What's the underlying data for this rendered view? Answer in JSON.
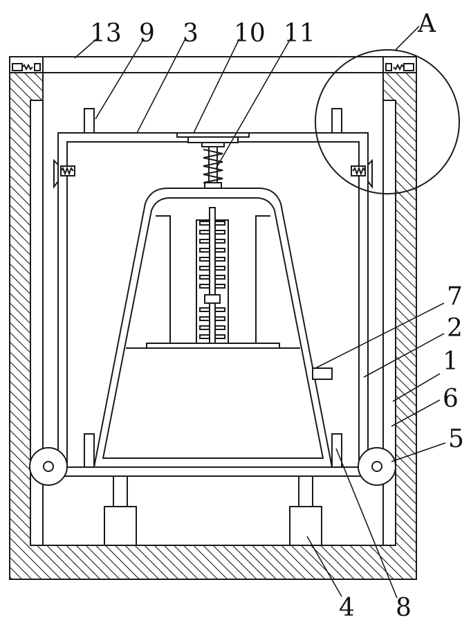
{
  "colors": {
    "stroke": "#1a1a1a",
    "background": "#ffffff"
  },
  "labels": {
    "l13": "13",
    "l9": "9",
    "l3": "3",
    "l10": "10",
    "l11": "11",
    "lA": "A",
    "l7": "7",
    "l2": "2",
    "l1": "1",
    "l6": "6",
    "l5": "5",
    "l4": "4",
    "l8": "8"
  }
}
